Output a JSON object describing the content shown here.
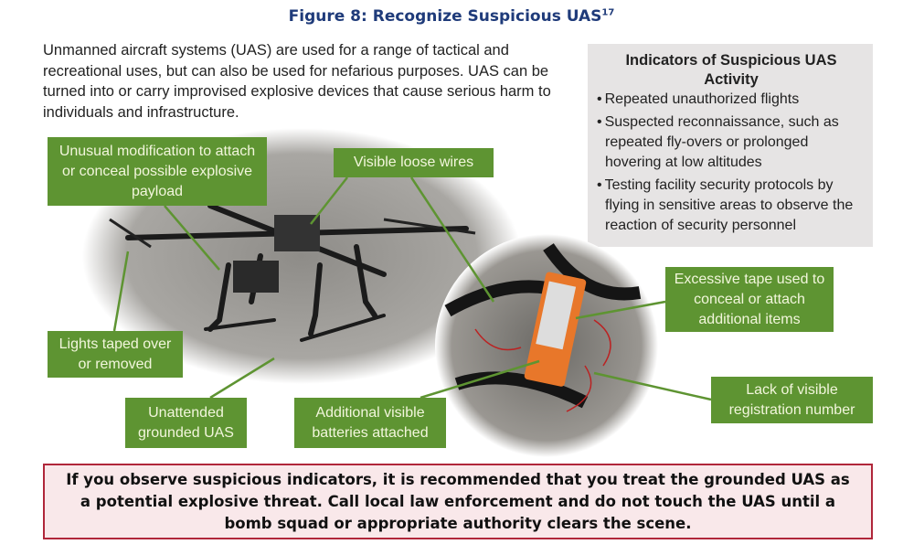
{
  "figure": {
    "title": "Figure 8: Recognize Suspicious UAS",
    "footnote": "17"
  },
  "intro": "Unmanned aircraft systems (UAS) are used for a range of tactical and recreational uses, but can also be used for nefarious purposes. UAS can be turned into or carry improvised explosive devices that cause serious harm to individuals and infrastructure.",
  "indicators": {
    "heading": "Indicators of Suspicious UAS Activity",
    "items": [
      "Repeated unauthorized flights",
      "Suspected reconnaissance, such as repeated fly-overs or prolonged hovering at low altitudes",
      "Testing facility security protocols by flying in sensitive areas to observe the reaction of security personnel"
    ]
  },
  "callouts": {
    "modification": "Unusual modification to attach or conceal possible explosive payload",
    "wires": "Visible loose wires",
    "lights": "Lights taped over or removed",
    "grounded": "Unattended grounded UAS",
    "batteries": "Additional visible batteries attached",
    "tape": "Excessive tape used to conceal or attach additional items",
    "registration": "Lack of visible registration number"
  },
  "warning": "If you observe suspicious indicators, it is recommended that you treat the grounded UAS as a potential explosive threat. Call local law enforcement and do not touch the UAS until a bomb squad or appropriate authority clears the scene.",
  "colors": {
    "title": "#1f3b7a",
    "callout": "#5e9432",
    "warning_border": "#b0263a",
    "warning_bg": "#f9e8ea",
    "indicator_bg": "#e6e4e4"
  }
}
